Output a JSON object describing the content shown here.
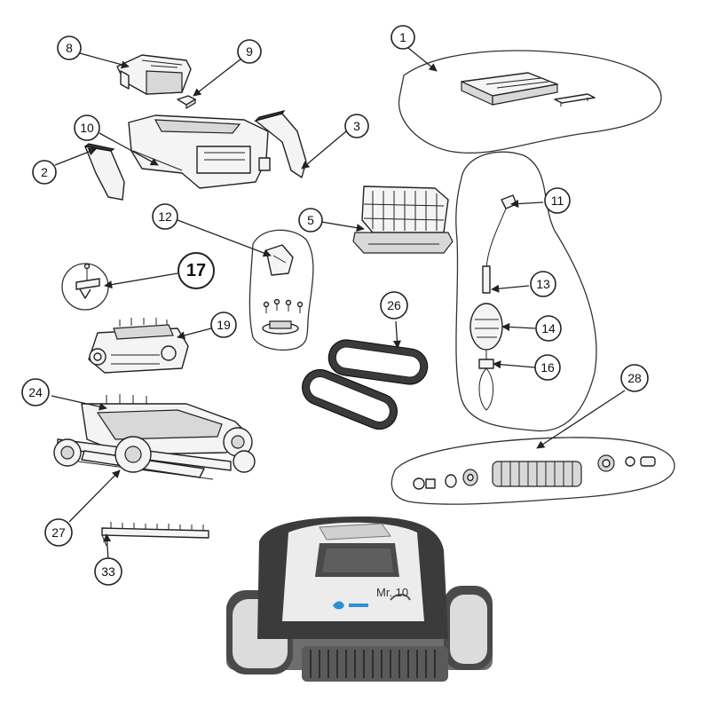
{
  "callouts": {
    "c1": "1",
    "c2": "2",
    "c3": "3",
    "c5": "5",
    "c8": "8",
    "c9": "9",
    "c10": "10",
    "c11": "11",
    "c12": "12",
    "c13": "13",
    "c14": "14",
    "c16": "16",
    "c17": "17",
    "c19": "19",
    "c24": "24",
    "c26": "26",
    "c27": "27",
    "c28": "28",
    "c33": "33"
  },
  "product": {
    "model_label": "Mr. 10"
  },
  "colors": {
    "line": "#222222",
    "robot_body_dark": "#3b3b3b",
    "robot_body_light": "#e9e9e9",
    "logo_blue": "#2f8fd6"
  }
}
